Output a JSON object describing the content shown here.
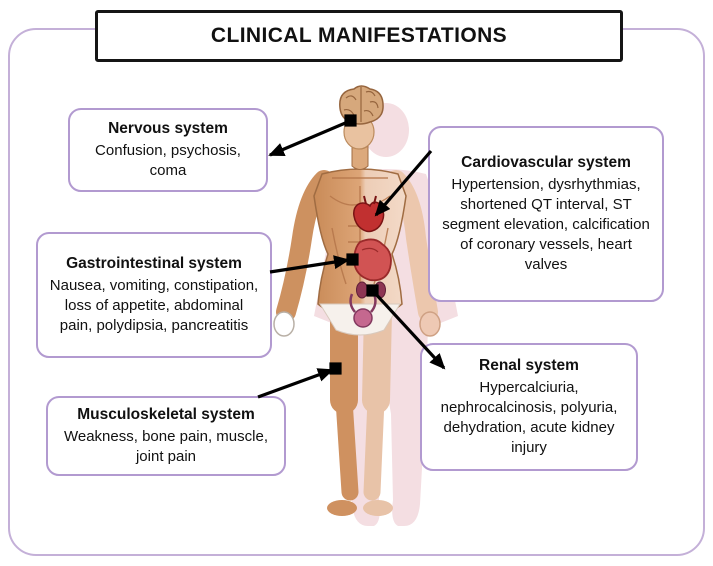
{
  "title": "CLINICAL MANIFESTATIONS",
  "boxes": {
    "nervous": {
      "heading": "Nervous system",
      "text": "Confusion, psychosis, coma"
    },
    "cardiovascular": {
      "heading": "Cardiovascular system",
      "text": "Hypertension, dysrhythmias, shortened QT interval, ST segment elevation, calcification of coronary vessels, heart valves"
    },
    "gastrointestinal": {
      "heading": "Gastrointestinal system",
      "text": "Nausea, vomiting, constipation, loss of appetite, abdominal pain, polydipsia, pancreatitis"
    },
    "renal": {
      "heading": "Renal system",
      "text": "Hypercalciuria, nephrocalcinosis, polyuria, dehydration, acute kidney injury"
    },
    "musculoskeletal": {
      "heading": "Musculoskeletal system",
      "text": "Weakness, bone pain, muscle, joint pain"
    }
  },
  "figure": {
    "organs": [
      "brain",
      "heart",
      "stomach",
      "kidneys",
      "bladder"
    ]
  },
  "connections": [
    {
      "from": "nervous-system-box",
      "to": "brain"
    },
    {
      "from": "cardiovascular-system-box",
      "to": "heart"
    },
    {
      "from": "gastrointestinal-system-box",
      "to": "stomach"
    },
    {
      "from": "renal-system-box",
      "to": "kidneys"
    },
    {
      "from": "musculoskeletal-system-box",
      "to": "thigh-muscle"
    }
  ],
  "colors": {
    "frame_border": "#c4b0d8",
    "box_border": "#b29ad0",
    "title_border": "#151515",
    "arrow": "#000000",
    "text": "#111111",
    "skin": "#d39a6b",
    "silhouette": "#f4dee2"
  }
}
